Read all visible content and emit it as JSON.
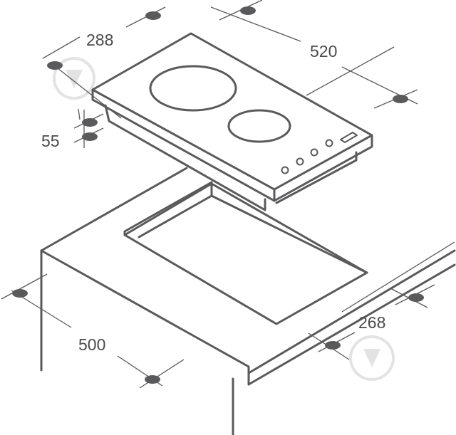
{
  "dimensions": {
    "hob_depth": "288",
    "hob_width": "520",
    "hob_height": "55",
    "cutout_depth": "268",
    "cutout_width": "500"
  },
  "drawing": {
    "subject": "domino-hob-installation",
    "zones": 2,
    "control_buttons": 5,
    "line_color": "#5a5a5c",
    "watermark_color": "#e3e3e3"
  }
}
